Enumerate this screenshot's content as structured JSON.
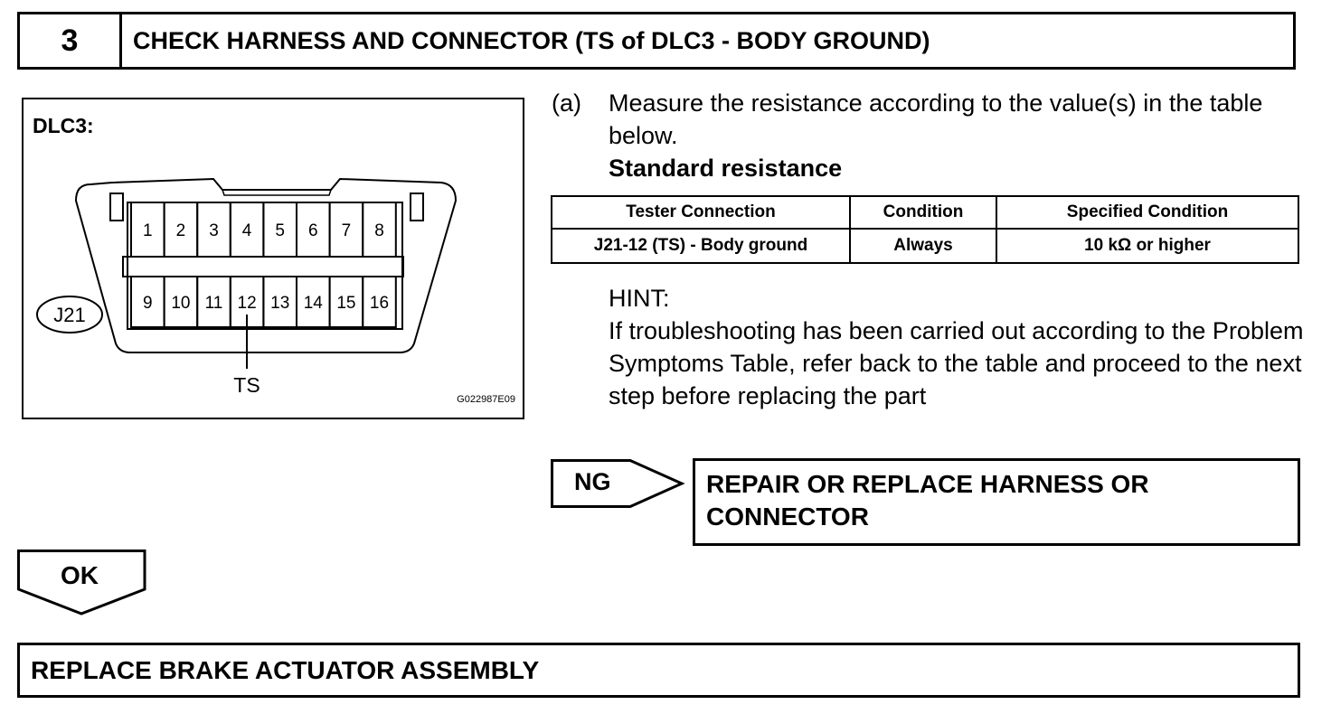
{
  "step": {
    "number": "3",
    "title": "CHECK HARNESS AND CONNECTOR (TS of DLC3 - BODY GROUND)"
  },
  "figure": {
    "title": "DLC3:",
    "connector_id": "J21",
    "pins_top": [
      "1",
      "2",
      "3",
      "4",
      "5",
      "6",
      "7",
      "8"
    ],
    "pins_bottom": [
      "9",
      "10",
      "11",
      "12",
      "13",
      "14",
      "15",
      "16"
    ],
    "pointer_label": "TS",
    "code": "G022987E09"
  },
  "instruction": {
    "marker": "(a)",
    "text": "Measure the resistance according to the value(s) in the table below.",
    "heading": "Standard resistance"
  },
  "table": {
    "headers": [
      "Tester Connection",
      "Condition",
      "Specified Condition"
    ],
    "rows": [
      [
        "J21-12 (TS) - Body ground",
        "Always",
        "10 kΩ or higher"
      ]
    ]
  },
  "hint": {
    "label": "HINT:",
    "text": "If troubleshooting has been carried out according to the Problem Symptoms Table, refer back to the table and proceed to the next step before replacing the part"
  },
  "ng": {
    "label": "NG",
    "action": "REPAIR OR REPLACE HARNESS OR CONNECTOR"
  },
  "ok": {
    "label": "OK"
  },
  "final_action": "REPLACE BRAKE ACTUATOR ASSEMBLY"
}
